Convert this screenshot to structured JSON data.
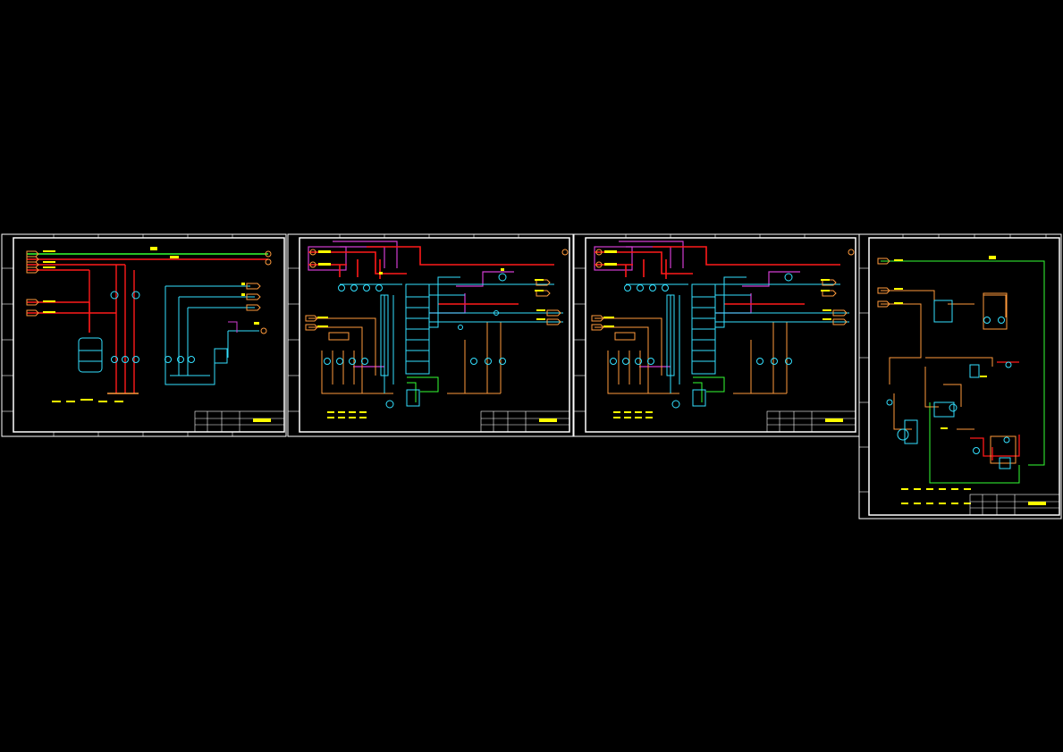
{
  "app": {
    "background": "#000000"
  },
  "palette": {
    "frame": "#ffffff",
    "steam": "#ff1a1a",
    "process": "#ff9a3c",
    "water": "#33e0ff",
    "utility": "#33ff33",
    "vent": "#d23cd2",
    "label": "#ffff00",
    "equipment": "#33e0ff"
  },
  "sheets": [
    {
      "name": "sheet-1",
      "label_blocks": 6,
      "has_vessel": true
    },
    {
      "name": "sheet-2",
      "label_blocks": 8,
      "has_column": true
    },
    {
      "name": "sheet-3",
      "label_blocks": 8,
      "has_column": true
    },
    {
      "name": "sheet-4",
      "label_blocks": 10,
      "has_dryer": true
    }
  ]
}
